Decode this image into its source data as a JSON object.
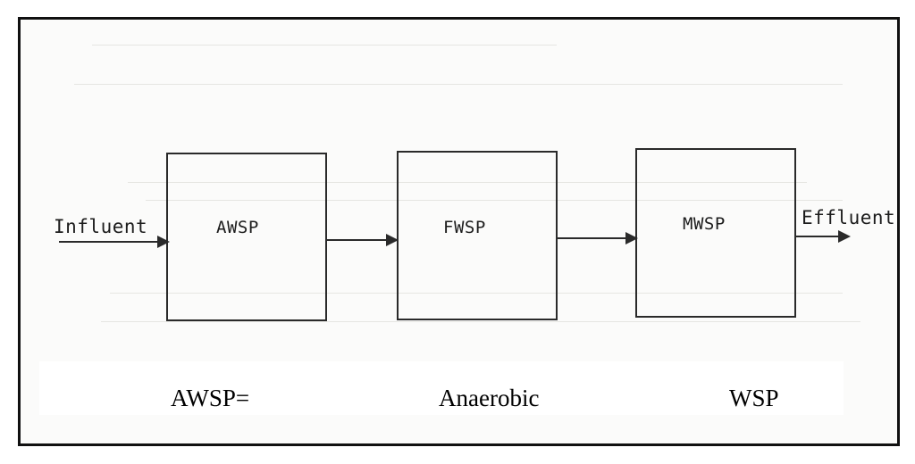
{
  "diagram": {
    "input_label": "Influent",
    "output_label": "Effluent",
    "blocks": [
      {
        "label": "AWSP"
      },
      {
        "label": "FWSP"
      },
      {
        "label": "MWSP"
      }
    ]
  },
  "legend": {
    "part1": "AWSP=",
    "part2": "Anaerobic",
    "part3": "WSP"
  },
  "colors": {
    "line": "#2a2a2a",
    "frame": "#111111",
    "background": "#fbfbfa"
  }
}
